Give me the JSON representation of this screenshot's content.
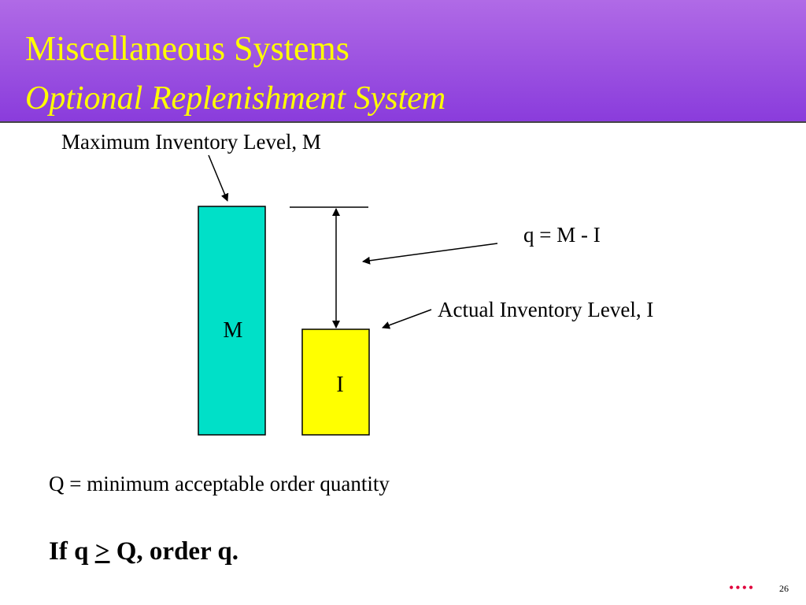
{
  "slide": {
    "title": "Miscellaneous Systems",
    "subtitle": "Optional Replenishment System",
    "page_number": "26",
    "footer_mark": "••••"
  },
  "diagram": {
    "max_label": "Maximum Inventory Level, M",
    "difference_label": "q = M - I",
    "actual_label": "Actual Inventory Level, I",
    "bar_m": {
      "label": "M",
      "color": "#00e0c8"
    },
    "bar_i": {
      "label": "I",
      "color": "#ffff00"
    }
  },
  "definition": "Q = minimum acceptable order quantity",
  "rule": {
    "prefix": "If q ",
    "operator": ">",
    "suffix": " Q, order q."
  },
  "colors": {
    "header_start": "#b06ae6",
    "header_end": "#8a3cdc",
    "title_text": "#ffff00",
    "footer_mark": "#e0003c"
  }
}
